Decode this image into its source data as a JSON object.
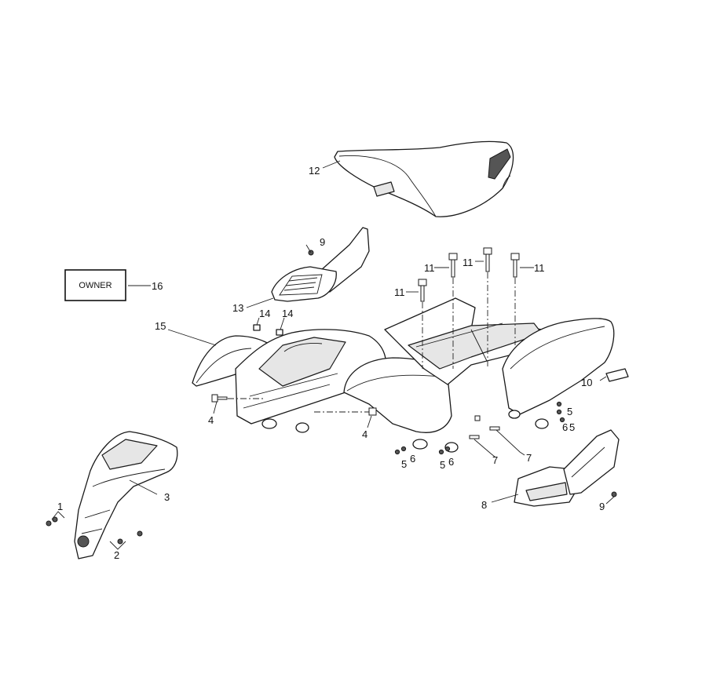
{
  "diagram": {
    "owner_label": "OWNER",
    "callouts": {
      "c1": "1",
      "c2": "2",
      "c3": "3",
      "c4a": "4",
      "c4b": "4",
      "c5a": "5",
      "c5b": "5",
      "c5c": "5",
      "c5d": "5",
      "c6a": "6",
      "c6b": "6",
      "c6c": "6",
      "c7a": "7",
      "c7b": "7",
      "c8": "8",
      "c9a": "9",
      "c9b": "9",
      "c10": "10",
      "c11a": "11",
      "c11b": "11",
      "c11c": "11",
      "c11d": "11",
      "c12": "12",
      "c13": "13",
      "c14a": "14",
      "c14b": "14",
      "c15": "15",
      "c16": "16"
    }
  }
}
